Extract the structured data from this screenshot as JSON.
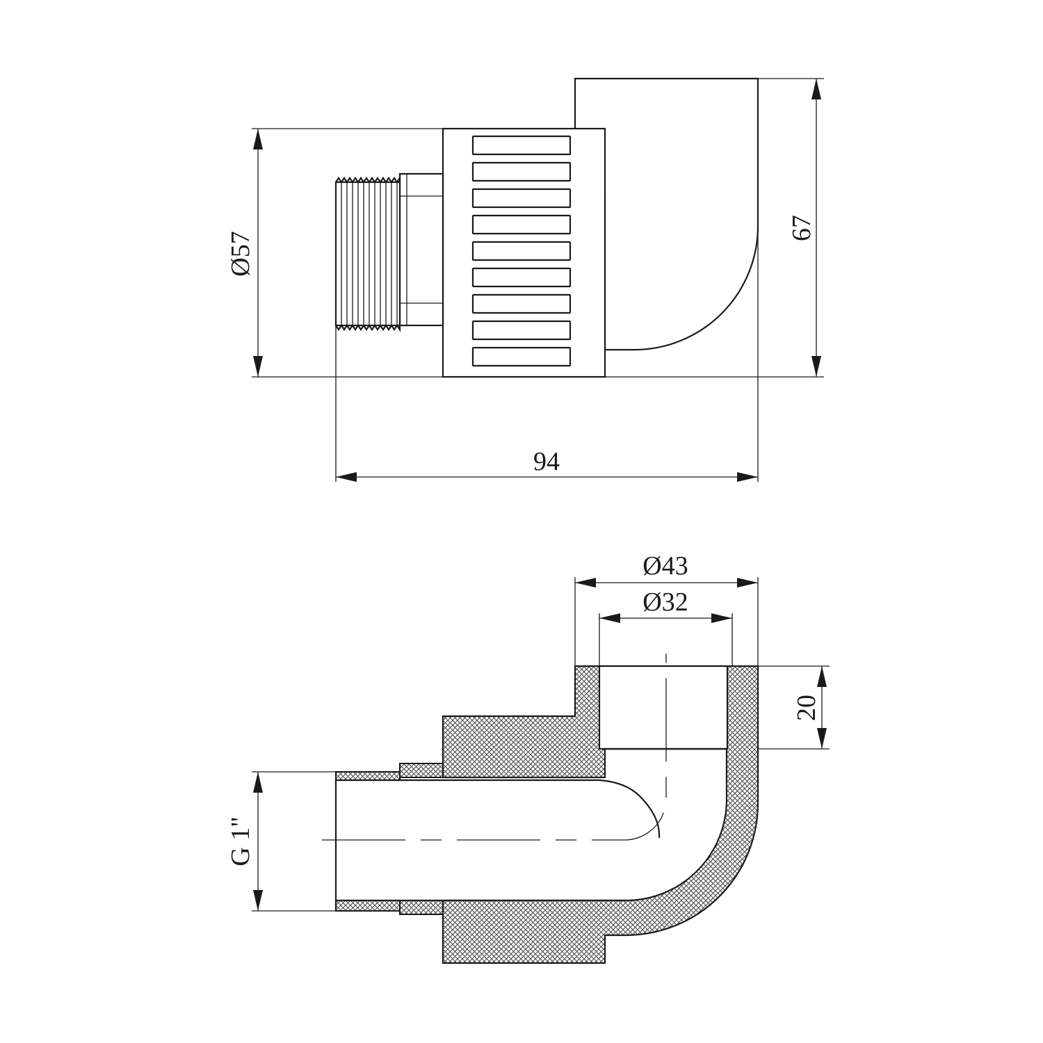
{
  "top_view": {
    "dim_outer_diameter": "Ø57",
    "dim_height": "67",
    "dim_length": "94"
  },
  "section_view": {
    "dim_socket_outer": "Ø43",
    "dim_socket_inner": "Ø32",
    "dim_socket_depth": "20",
    "dim_thread": "G 1\""
  }
}
